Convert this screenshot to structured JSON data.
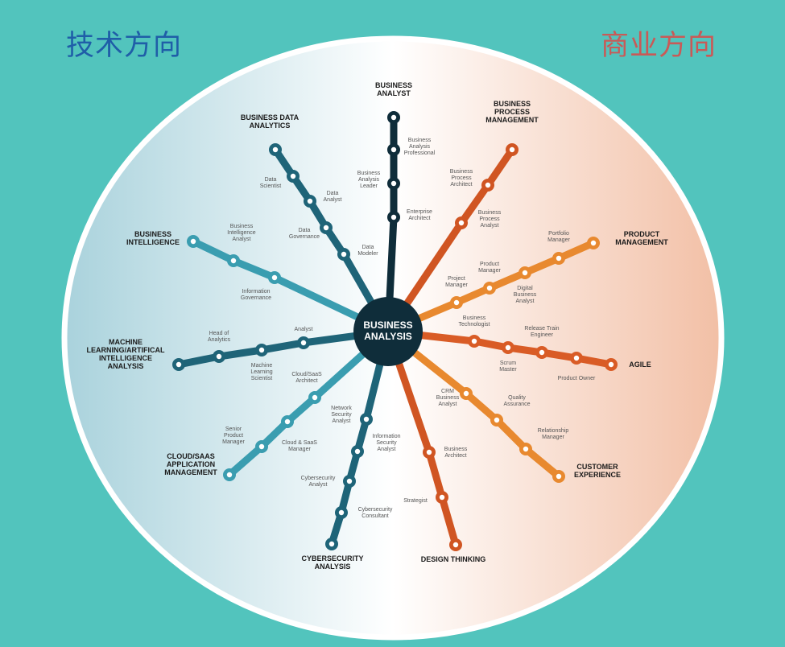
{
  "headings": {
    "technical": "技术方向",
    "business": "商业方向"
  },
  "center": {
    "label": "BUSINESS\nANALYSIS",
    "color": "#0f2d3a"
  },
  "branches": [
    {
      "id": "business-analyst",
      "title": "BUSINESS\nANALYST",
      "color": "#0f2d3a",
      "roles": [
        "Business\nAnalysis\nProfessional",
        "Business\nAnalysis\nLeader",
        "Enterprise\nArchitect"
      ]
    },
    {
      "id": "business-process-management",
      "title": "BUSINESS\nPROCESS\nMANAGEMENT",
      "color": "#d05522",
      "roles": [
        "Business\nProcess\nArchitect",
        "Business\nProcess\nAnalyst"
      ]
    },
    {
      "id": "product-management",
      "title": "PRODUCT\nMANAGEMENT",
      "color": "#e8892f",
      "roles": [
        "Portfolio\nManager",
        "Product\nManager",
        "Digital\nBusiness\nAnalyst",
        "Project\nManager"
      ]
    },
    {
      "id": "agile",
      "title": "AGILE",
      "color": "#d95c26",
      "roles": [
        "Business\nTechnologist",
        "Release Train\nEngineer",
        "Scrum\nMaster",
        "Product Owner"
      ]
    },
    {
      "id": "customer-experience",
      "title": "CUSTOMER\nEXPERIENCE",
      "color": "#e8892f",
      "roles": [
        "CRM\nBusiness\nAnalyst",
        "Quality\nAssurance",
        "Relationship\nManager"
      ]
    },
    {
      "id": "design-thinking",
      "title": "DESIGN THINKING",
      "color": "#d05522",
      "roles": [
        "Business\nArchitect",
        "Strategist"
      ]
    },
    {
      "id": "cybersecurity-analysis",
      "title": "CYBERSECURITY\nANALYSIS",
      "color": "#1e6478",
      "roles": [
        "Network\nSecurity\nAnalyst",
        "Information\nSecurity\nAnalyst",
        "Cybersecurity\nAnalyst",
        "Cybersecurity\nConsultant"
      ]
    },
    {
      "id": "cloud-saas-application-management",
      "title": "CLOUD/SAAS\nAPPLICATION\nMANAGEMENT",
      "color": "#3a9db0",
      "roles": [
        "Cloud/SaaS\nArchitect",
        "Senior\nProduct\nManager",
        "Cloud & SaaS\nManager"
      ]
    },
    {
      "id": "machine-learning-ai-analysis",
      "title": "MACHINE\nLEARNING/ARTIFICAL\nINTELLIGENCE\nANALYSIS",
      "color": "#1f6478",
      "roles": [
        "Head of\nAnalytics",
        "Machine\nLearning\nScientist",
        "Analyst"
      ]
    },
    {
      "id": "business-intelligence",
      "title": "BUSINESS\nINTELLIGENCE",
      "color": "#3a9db0",
      "roles": [
        "Business\nIntelligence\nAnalyst",
        "Information\nGovernance"
      ]
    },
    {
      "id": "business-data-analytics",
      "title": "BUSINESS DATA\nANALYTICS",
      "color": "#1f6478",
      "roles": [
        "Data\nScientist",
        "Data\nAnalyst",
        "Data\nGovernance",
        "Data\nModeler"
      ]
    }
  ]
}
